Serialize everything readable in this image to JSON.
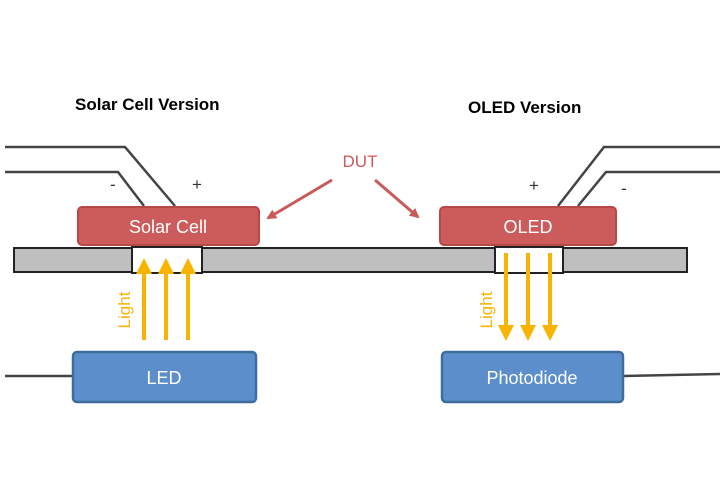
{
  "colors": {
    "device_fill": "#cc5b5b",
    "device_stroke": "#b84848",
    "source_fill": "#5b8ecb",
    "source_stroke": "#3e6c9f",
    "substrate_fill": "#bfbfbf",
    "substrate_stroke": "#222222",
    "light": "#f8b400",
    "dut": "#c85a5a",
    "wire": "#444444"
  },
  "solar": {
    "heading": "Solar Cell Version",
    "device_label": "Solar Cell",
    "source_label": "LED",
    "minus": "-",
    "plus": "+",
    "light_label": "Light",
    "light_direction": "up"
  },
  "oled": {
    "heading": "OLED Version",
    "device_label": "OLED",
    "detector_label": "Photodiode",
    "minus": "-",
    "plus": "+",
    "light_label": "Light",
    "light_direction": "down"
  },
  "dut_label": "DUT"
}
